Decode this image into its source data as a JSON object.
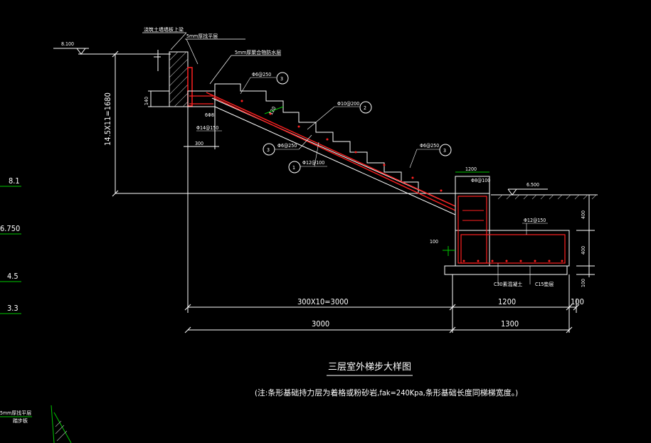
{
  "drawing": {
    "title": "三层室外梯步大样图",
    "note": "(注:条形基础持力层为着格或粉砂岩,fak=240Kpa,条形基础长度同梯梯宽度。)",
    "colors": {
      "background": "#000000",
      "line_white": "#ffffff",
      "line_green": "#00c800",
      "line_red": "#ff2020",
      "line_grey": "#b4b4b4"
    },
    "elevations": {
      "top": "8.100",
      "ground": "6.500"
    },
    "dimensions": {
      "vertical_total": "14.5X11=1680",
      "landing_depth": "140",
      "landing_width": "300",
      "steps_horizontal": "300X10=3000",
      "footing_width": "1200",
      "footing_offset": "100",
      "overall_left": "3000",
      "overall_right": "1300",
      "right_dim_upper": "400",
      "right_dim_middle": "400",
      "right_dim_lower": "100",
      "footing_inner_offset": "100",
      "slab_thickness": "120"
    },
    "labels": {
      "top_wall": "浇筑土墙墙板上梁",
      "plaster": "5mm厚找平层",
      "waterproof": "5mm厚聚合物防水层",
      "r3_top": "Φ6@250",
      "r2": "Φ10@200",
      "r3_left": "Φ6@250",
      "r1": "Φ12@100",
      "r3_right": "Φ6@250",
      "bar_6": "6Φ8",
      "bar_14": "Φ14@150",
      "footing_top_bar": "Φ8@100",
      "footing_bar": "Φ12@150",
      "concrete_1": "C30素混凝土",
      "concrete_2": "C15垫层",
      "small_top": "1200"
    },
    "circle_marks": [
      "3",
      "2",
      "3",
      "1",
      "3"
    ],
    "side_levels": [
      "8.1",
      "6.750",
      "4.5",
      "3.3"
    ],
    "corner_labels": [
      "5mm厚找平层",
      "踏步板"
    ]
  }
}
